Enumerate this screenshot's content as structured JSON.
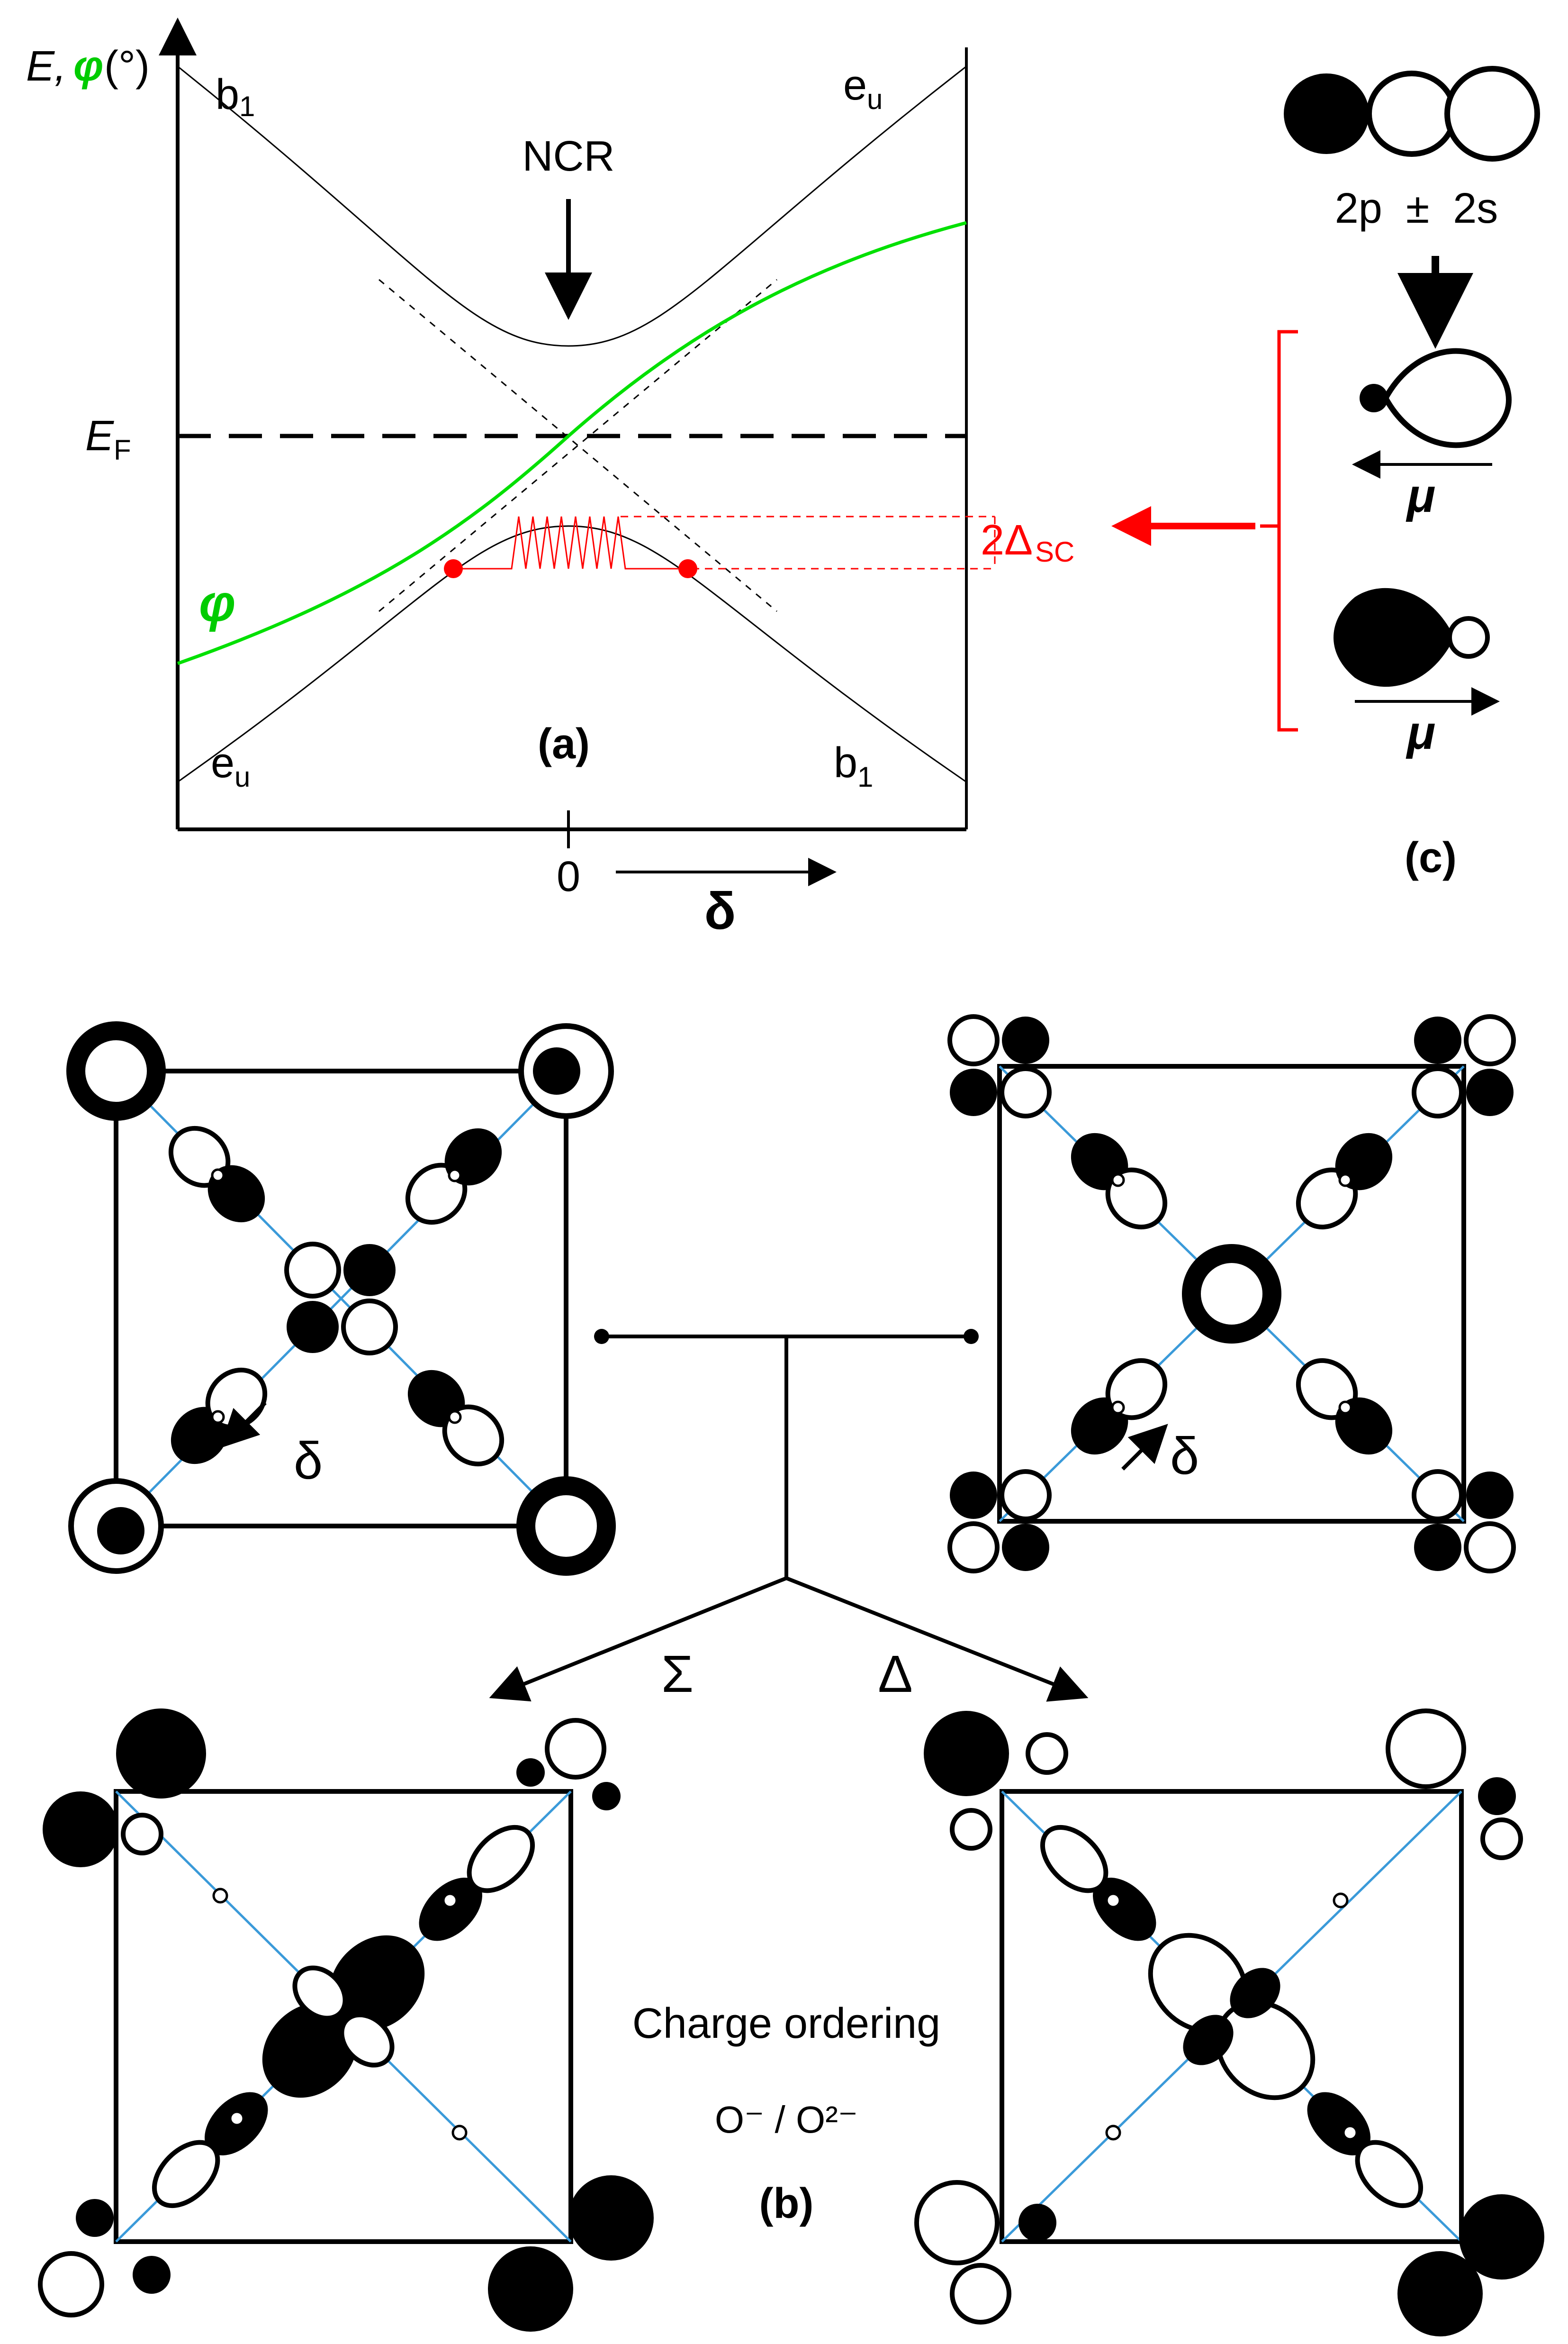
{
  "panel_a": {
    "y_axis_label_E": "E,",
    "y_axis_label_phi": "φ",
    "y_axis_label_unit": "(°)",
    "fermi_label_main": "E",
    "fermi_label_sub": "F",
    "curve_labels": {
      "top_left_main": "b",
      "top_left_sub": "1",
      "top_right_main": "e",
      "top_right_sub": "u",
      "bottom_left_main": "e",
      "bottom_left_sub": "u",
      "bottom_right_main": "b",
      "bottom_right_sub": "1"
    },
    "ncr_label": "NCR",
    "phi_curve_label": "φ",
    "gap_label_main": "2Δ",
    "gap_label_sub": "SC",
    "panel_label": "(a)",
    "x_zero": "0",
    "x_axis_label": "δ",
    "colors": {
      "phi_curve": "#00e000",
      "gap": "#ff0000"
    }
  },
  "panel_b": {
    "delta_left": "δ",
    "delta_right": "δ",
    "sigma_label": "Σ",
    "delta_branch_label": "Δ",
    "charge_ordering_label": "Charge ordering",
    "oxidation_label": "O⁻ / O²⁻",
    "panel_label": "(b)",
    "colors": {
      "diagonal": "#3a9ad9"
    }
  },
  "panel_c": {
    "orbital_label": "2p  ±  2s",
    "mu_label_upper": "μ",
    "mu_label_lower": "μ",
    "panel_label": "(c)"
  }
}
